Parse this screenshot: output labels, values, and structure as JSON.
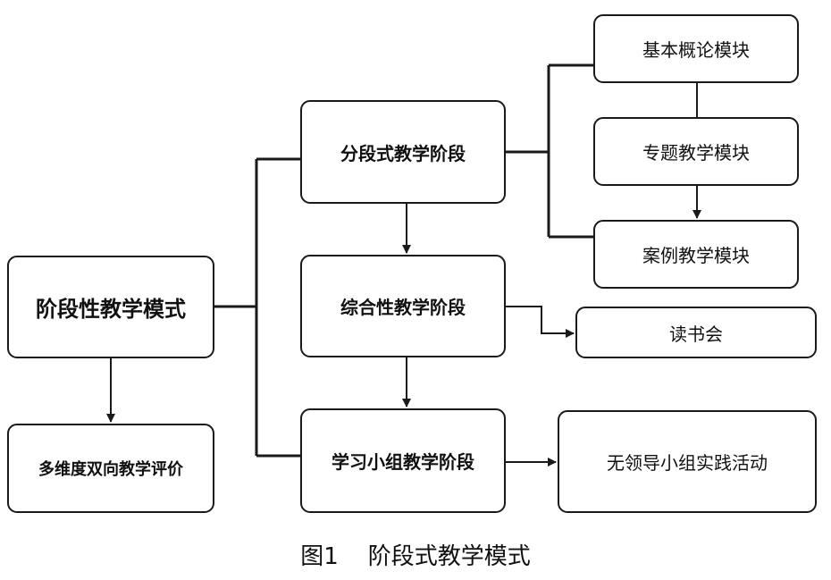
{
  "diagram": {
    "root": "阶段性教学模式",
    "evaluation": "多维度双向教学评价",
    "stages": {
      "stage1": "分段式教学阶段",
      "stage2": "综合性教学阶段",
      "stage3": "学习小组教学阶段"
    },
    "modules": {
      "basic": "基本概论模块",
      "topic": "专题教学模块",
      "case": "案例教学模块"
    },
    "reading_club": "读书会",
    "leaderless_group": "无领导小组实践活动"
  },
  "caption": {
    "label": "图1",
    "title": "阶段式教学模式"
  }
}
